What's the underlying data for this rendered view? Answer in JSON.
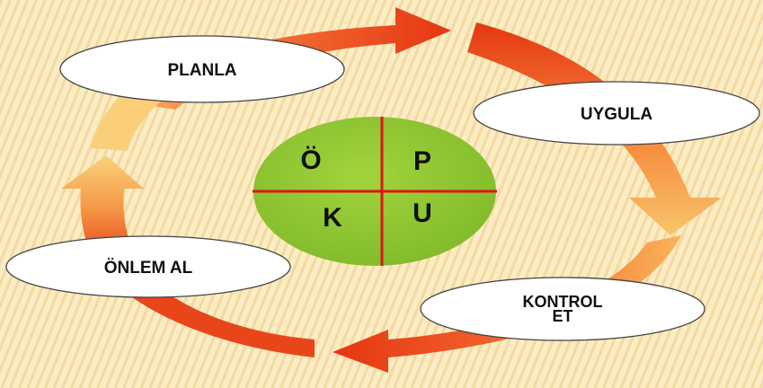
{
  "colors": {
    "background": "#fbecc4",
    "stripe": "#f3d9a0",
    "arrow_dark": "#e53612",
    "arrow_mid": "#f58a3c",
    "arrow_light": "#f9c46a",
    "center_circle": "#8ec532",
    "cross_lines": "#e01414",
    "ellipse_fill": "#ffffff",
    "ellipse_stroke": "#444444"
  },
  "steps": [
    {
      "label": "PLANLA"
    },
    {
      "label": "UYGULA"
    },
    {
      "label": "KONTROL",
      "label2": "ET"
    },
    {
      "label": "ÖNLEM AL"
    }
  ],
  "center": {
    "top_left": "Ö",
    "top_right": "P",
    "bottom_left": "K",
    "bottom_right": "U"
  }
}
